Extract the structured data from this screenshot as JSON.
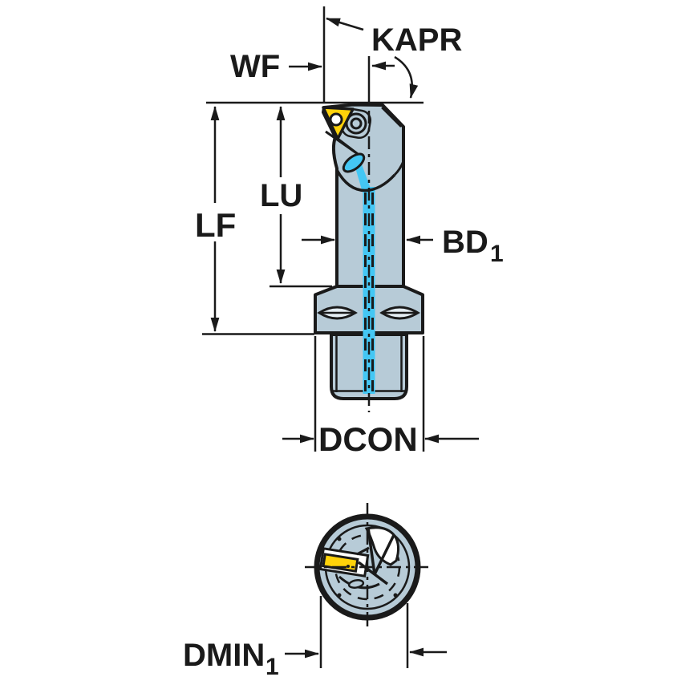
{
  "colors": {
    "outline": "#1a1a1a",
    "body": "#b7cbd7",
    "insert_yellow": "#ffd20a",
    "coolant_cyan": "#44c7f4",
    "slot_fill": "#e4edf2",
    "background": "#ffffff"
  },
  "labels": {
    "kapr": "KAPR",
    "wf": "WF",
    "lf": "LF",
    "lu": "LU",
    "bd": "BD",
    "bd_sub": "1",
    "dcon": "DCON",
    "dmin": "DMIN",
    "dmin_sub": "1"
  }
}
